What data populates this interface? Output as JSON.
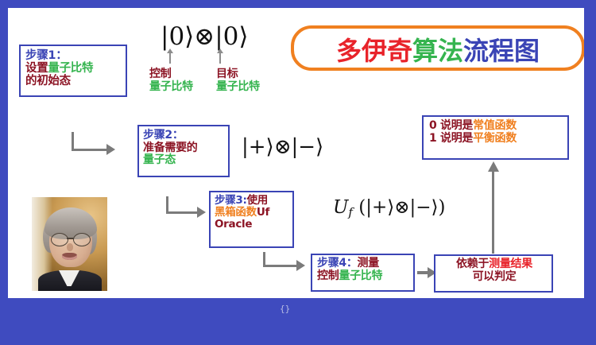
{
  "slide": {
    "background_color": "#3f4bbf",
    "canvas_color": "#ffffff",
    "title": {
      "part_red": "多伊奇",
      "part_green": "算法",
      "part_blue": "流程图",
      "frame_color": "#f08020"
    }
  },
  "colors": {
    "blue": "#3a44b5",
    "dark_red": "#8c1424",
    "green": "#35b44f",
    "orange": "#f08020",
    "red": "#e8232a",
    "arrow_gray": "#7b7b7b"
  },
  "formulas": {
    "initial_state": "|0⟩⊗|0⟩",
    "prepared_state": "|+⟩⊗|−⟩",
    "oracle_applied_prefix": "U",
    "oracle_applied_sub": "f",
    "oracle_applied_rest": "(|+⟩⊗|−⟩)"
  },
  "annotations": {
    "control": {
      "line1": "控制",
      "line2": "量子比特"
    },
    "target": {
      "line1": "目标",
      "line2": "量子比特"
    }
  },
  "steps": {
    "step1": {
      "heading": "步骤1：",
      "l2_a": "设置",
      "l2_b": "量子比特",
      "l3": "的初始态"
    },
    "step2": {
      "heading": "步骤2：",
      "l2": "准备需要的",
      "l3": "量子态"
    },
    "step3": {
      "h_a": "步骤3:",
      "h_b": "使用",
      "l2_a": "黑箱函数",
      "l2_b": "Uf",
      "l3": "Oracle"
    },
    "step4": {
      "h_a": "步骤4：",
      "h_b": "测量",
      "l2_a": "控制",
      "l2_b": "量子比特"
    }
  },
  "result_box": {
    "l1_a": "依赖于",
    "l1_b": "测量结果",
    "l2": "可以判定"
  },
  "verdict_box": {
    "l1_a": "0 说明是",
    "l1_b": "常值函数",
    "l2_a": "1 说明是",
    "l2_b": "平衡函数"
  },
  "artifact": {
    "glyph": "{}"
  }
}
